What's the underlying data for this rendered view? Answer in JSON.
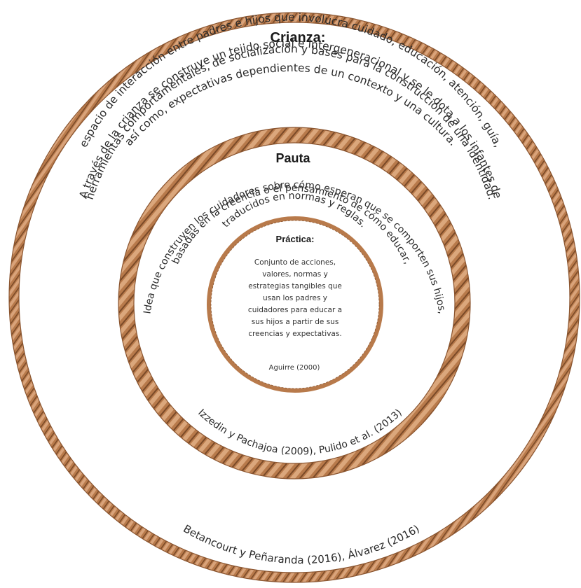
{
  "colors": {
    "rope": "#b87a4b",
    "rope_dark": "#8a5530",
    "rope_light": "#d9a37a",
    "text": "#2a2a2a"
  },
  "crianza": {
    "title": "Crianza:",
    "arc1": "espacio de interacción entre padres e hijos que involucra cuidado, educación, atención, guía,",
    "arc2": "así como, expectativas dependientes de un contexto y una  cultura.",
    "arc3": "A través de la crianza se construye un tejido social e intergeneracional y se le dota a los infantes de",
    "arc4": "herramientas comportamentales, de socialización y bases para la construcción de una identidad.",
    "citation": "Betancourt y Peñaranda (2016), Álvarez (2016)"
  },
  "pauta": {
    "title": "Pauta",
    "arc1": "Idea que construyen los cuidadores sobre cómo esperan que se comporten sus hijos,",
    "arc2": "basadas en la creencia o el pensamiento de cómo educar,",
    "arc3": "traducidos en normas y reglas.",
    "citation": "Izzedin y Pachajoa (2009), Pulido et al. (2013)"
  },
  "practica": {
    "title": "Práctica:",
    "lines": [
      "Conjunto de acciones,",
      "valores, normas y",
      "estrategias tangibles que",
      "usan los padres y",
      "cuidadores para educar a",
      "sus hijos a partir de sus",
      "creencias y expectativas."
    ],
    "citation": "Aguirre (2000)"
  }
}
